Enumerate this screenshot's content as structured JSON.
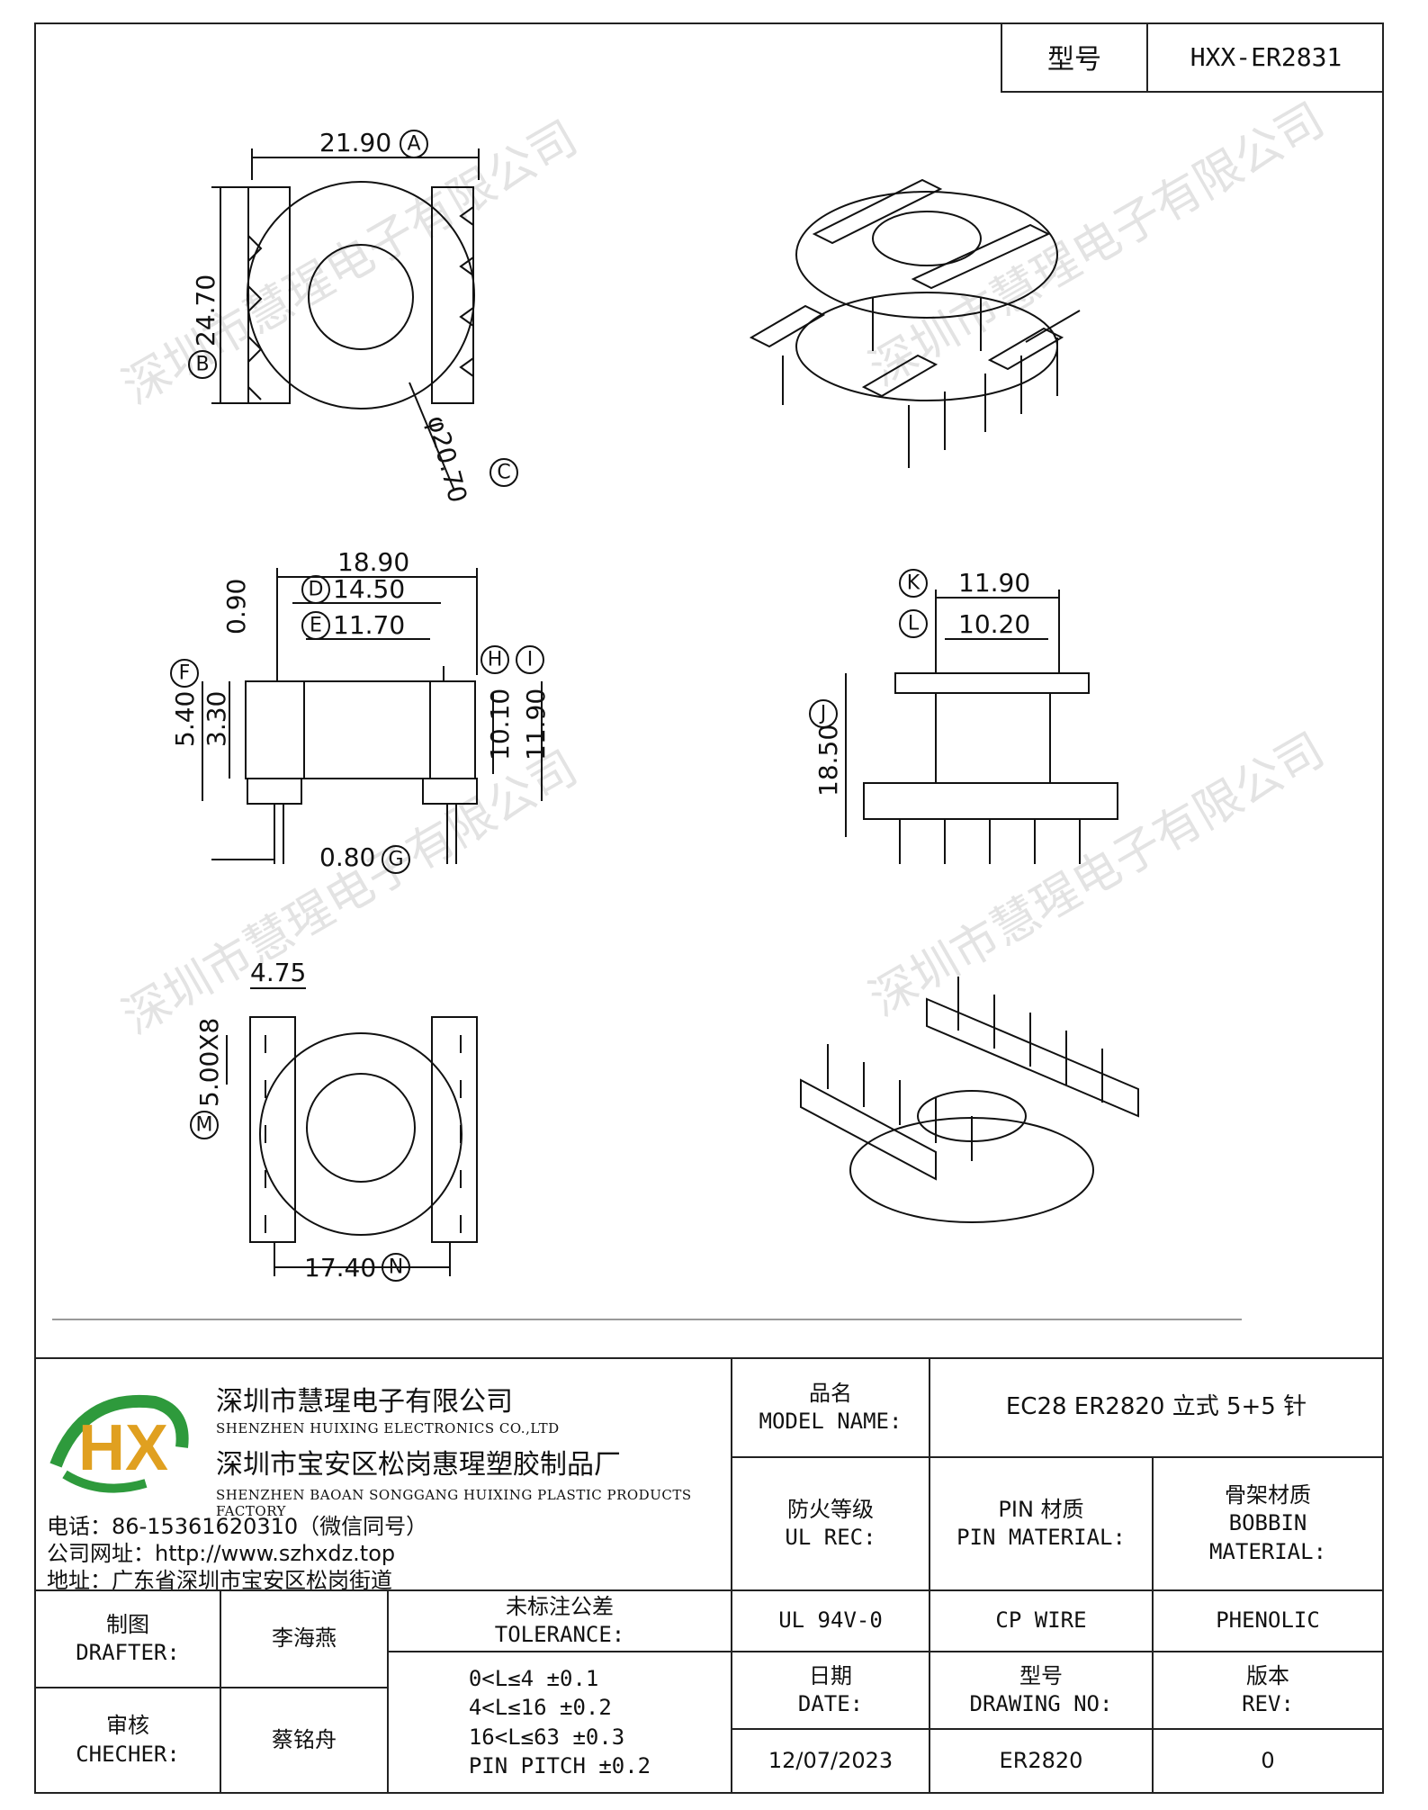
{
  "header": {
    "model_label": "型号",
    "model_value": "HXX-ER2831"
  },
  "watermark": "深圳市慧瑆电子有限公司",
  "dimensions": {
    "a": "21.90",
    "b": "24.70",
    "c": "φ20.70",
    "w1": "18.90",
    "d": "14.50",
    "e": "11.70",
    "h1": "0.90",
    "f": "5.40",
    "f2": "3.30",
    "i1": "10.10",
    "i2": "11.90",
    "g": "0.80",
    "k": "11.90",
    "l": "10.20",
    "j": "18.50",
    "m1": "4.75",
    "m2": "5.00X8",
    "n": "17.40"
  },
  "circle_labels": {
    "a": "A",
    "b": "B",
    "c": "C",
    "d": "D",
    "e": "E",
    "f": "F",
    "g": "G",
    "h": "H",
    "i": "I",
    "j": "J",
    "k": "K",
    "l": "L",
    "m": "M",
    "n": "N"
  },
  "company": {
    "name_cn": "深圳市慧瑆电子有限公司",
    "name_en": "SHENZHEN HUIXING ELECTRONICS CO.,LTD",
    "factory_cn": "深圳市宝安区松岗惠瑆塑胶制品厂",
    "factory_en": "SHENZHEN BAOAN SONGGANG HUIXING PLASTIC PRODUCTS FACTORY",
    "phone": "电话：86-15361620310（微信同号）",
    "website": "公司网址：http://www.szhxdz.top",
    "address": "地址：广东省深圳市宝安区松岗街道",
    "logo_text": "HX"
  },
  "title_block": {
    "model_name_cn": "品名",
    "model_name_en": "MODEL NAME:",
    "model_name_value": "EC28 ER2820 立式 5+5 针",
    "ul_cn": "防火等级",
    "ul_en": "UL REC:",
    "pin_cn": "PIN 材质",
    "pin_en": "PIN MATERIAL:",
    "bobbin_cn": "骨架材质",
    "bobbin_en1": "BOBBIN",
    "bobbin_en2": "MATERIAL:",
    "ul_value": "UL 94V-0",
    "pin_value": "CP WIRE",
    "bobbin_value": "PHENOLIC",
    "drafter_cn": "制图",
    "drafter_en": "DRAFTER:",
    "drafter_name": "李海燕",
    "checker_cn": "审核",
    "checker_en": "CHECHER:",
    "checker_name": "蔡铭舟",
    "tolerance_cn": "未标注公差",
    "tolerance_en": "TOLERANCE:",
    "tolerances": [
      "0<L≤4  ±0.1",
      "4<L≤16 ±0.2",
      "16<L≤63 ±0.3",
      "PIN PITCH ±0.2"
    ],
    "date_cn": "日期",
    "date_en": "DATE:",
    "date_value": "12/07/2023",
    "drawing_cn": "型号",
    "drawing_en": "DRAWING NO:",
    "drawing_value": "ER2820",
    "rev_cn": "版本",
    "rev_en": "REV:",
    "rev_value": "0"
  }
}
